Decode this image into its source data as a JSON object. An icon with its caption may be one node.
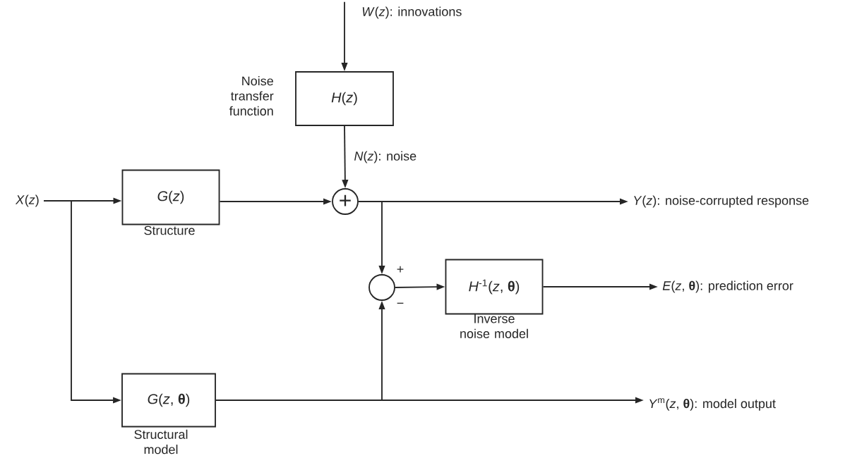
{
  "diagram": {
    "nodes": [
      {
        "text": [
          "*W*(*z*): innovations"
        ]
      },
      {
        "text": [
          "*H*(*z*)"
        ],
        "beside": [
          "Noise transfer function"
        ]
      },
      {
        "text": [
          "*G*(*z*)"
        ],
        "beside": [
          "Structure"
        ]
      },
      {
        "text": [
          "+"
        ]
      },
      {
        "text": [
          "*X*(*z*)"
        ]
      },
      {
        "text": [
          "*Y*(*z*): noise-corrupted response"
        ]
      },
      {
        "text": [],
        "shape": "circle",
        "beside": [
          "+",
          "−"
        ]
      },
      {
        "text": [
          "*H*$^{-1}$(*z*, **θ**)"
        ],
        "beside": [
          "Inverse noise model"
        ]
      },
      {
        "text": [
          "*E*(*z*, **θ**): prediction error"
        ]
      },
      {
        "text": [
          "*G*(*z*, **θ**)"
        ],
        "beside": [
          "Structural model"
        ]
      },
      {
        "text": [
          "*Y*$^{m}$(*z*, **θ**): model output"
        ]
      }
    ],
    "edges": [
      {
        "from": 0,
        "to": 1,
        "arrow": "to"
      },
      {
        "from": 1,
        "to": 3,
        "arrow": "to",
        "label": "*N*(*z*): noise"
      },
      {
        "from": 4,
        "to": 2,
        "arrow": "to"
      },
      {
        "from": 4,
        "to": 9,
        "arrow": "to"
      },
      {
        "from": 2,
        "to": 3,
        "arrow": "to"
      },
      {
        "from": 3,
        "to": 5,
        "arrow": "to"
      },
      {
        "from": 3,
        "to": 6,
        "arrow": "to"
      },
      {
        "from": 6,
        "to": 7,
        "arrow": "to"
      },
      {
        "from": 7,
        "to": 8,
        "arrow": "to"
      },
      {
        "from": 9,
        "to": 10,
        "arrow": "to"
      },
      {
        "from": 9,
        "to": 6,
        "arrow": "to"
      }
    ]
  }
}
